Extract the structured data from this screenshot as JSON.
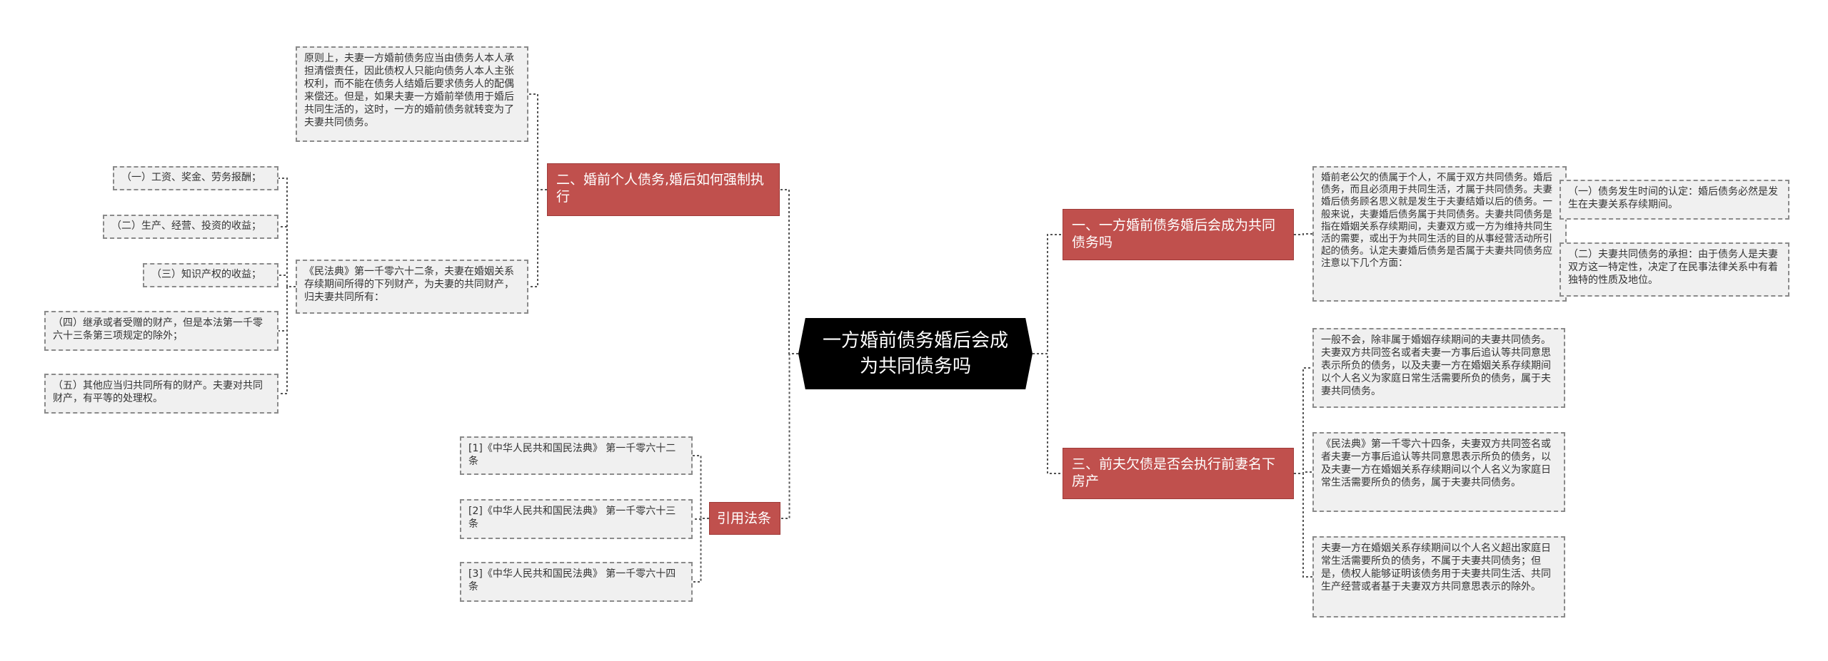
{
  "root": {
    "title": "一方婚前债务婚后会成为共同债务吗"
  },
  "branches": {
    "b1": {
      "label": "一、一方婚前债务婚后会成为共同债务吗"
    },
    "b2": {
      "label": "二、婚前个人债务,婚后如何强制执行"
    },
    "b3": {
      "label": "三、前夫欠债是否会执行前妻名下房产"
    },
    "b4": {
      "label": "引用法条"
    }
  },
  "leaves": {
    "b1_main": "婚前老公欠的债属于个人，不属于双方共同债务。婚后债务，而且必须用于共同生活，才属于共同债务。夫妻婚后债务顾名思义就是发生于夫妻结婚以后的债务。一般来说，夫妻婚后债务属于共同债务。夫妻共同债务是指在婚姻关系存续期间，夫妻双方或一方为维持共同生活的需要，或出于为共同生活的目的从事经营活动所引起的债务。认定夫妻婚后债务是否属于夫妻共同债务应注意以下几个方面：",
    "b1_sub1": "（一）债务发生时间的认定：婚后债务必然是发生在夫妻关系存续期间。",
    "b1_sub2": "（二）夫妻共同债务的承担：由于债务人是夫妻双方这一特定性，决定了在民事法律关系中有着独特的性质及地位。",
    "b2_text1": "原则上，夫妻一方婚前债务应当由债务人本人承担清偿责任，因此债权人只能向债务人本人主张权利，而不能在债务人结婚后要求债务人的配偶来偿还。但是，如果夫妻一方婚前举债用于婚后共同生活的，这时，一方的婚前债务就转变为了夫妻共同债务。",
    "b2_text2": "《民法典》第一千零六十二条，夫妻在婚姻关系存续期间所得的下列财产，为夫妻的共同财产，归夫妻共同所有：",
    "b2_items": [
      "（一）工资、奖金、劳务报酬；",
      "（二）生产、经营、投资的收益；",
      "（三）知识产权的收益；",
      "（四）继承或者受赠的财产，但是本法第一千零六十三条第三项规定的除外；",
      "（五）其他应当归共同所有的财产。夫妻对共同财产，有平等的处理权。"
    ],
    "b3_items": [
      "一般不会，除非属于婚姻存续期间的夫妻共同债务。夫妻双方共同签名或者夫妻一方事后追认等共同意思表示所负的债务，以及夫妻一方在婚姻关系存续期间以个人名义为家庭日常生活需要所负的债务，属于夫妻共同债务。",
      "《民法典》第一千零六十四条，夫妻双方共同签名或者夫妻一方事后追认等共同意思表示所负的债务，以及夫妻一方在婚姻关系存续期间以个人名义为家庭日常生活需要所负的债务，属于夫妻共同债务。",
      "夫妻一方在婚姻关系存续期间以个人名义超出家庭日常生活需要所负的债务，不属于夫妻共同债务；但是，债权人能够证明该债务用于夫妻共同生活、共同生产经营或者基于夫妻双方共同意思表示的除外。"
    ],
    "b4_items": [
      "[1]《中华人民共和国民法典》 第一千零六十二条",
      "[2]《中华人民共和国民法典》 第一千零六十三条",
      "[3]《中华人民共和国民法典》 第一千零六十四条"
    ]
  },
  "colors": {
    "root_bg": "#000000",
    "branch_bg": "#c0504d",
    "leaf_bg": "#f0f0f0",
    "leaf_border": "#8a8a8a",
    "connector": "#555555"
  }
}
